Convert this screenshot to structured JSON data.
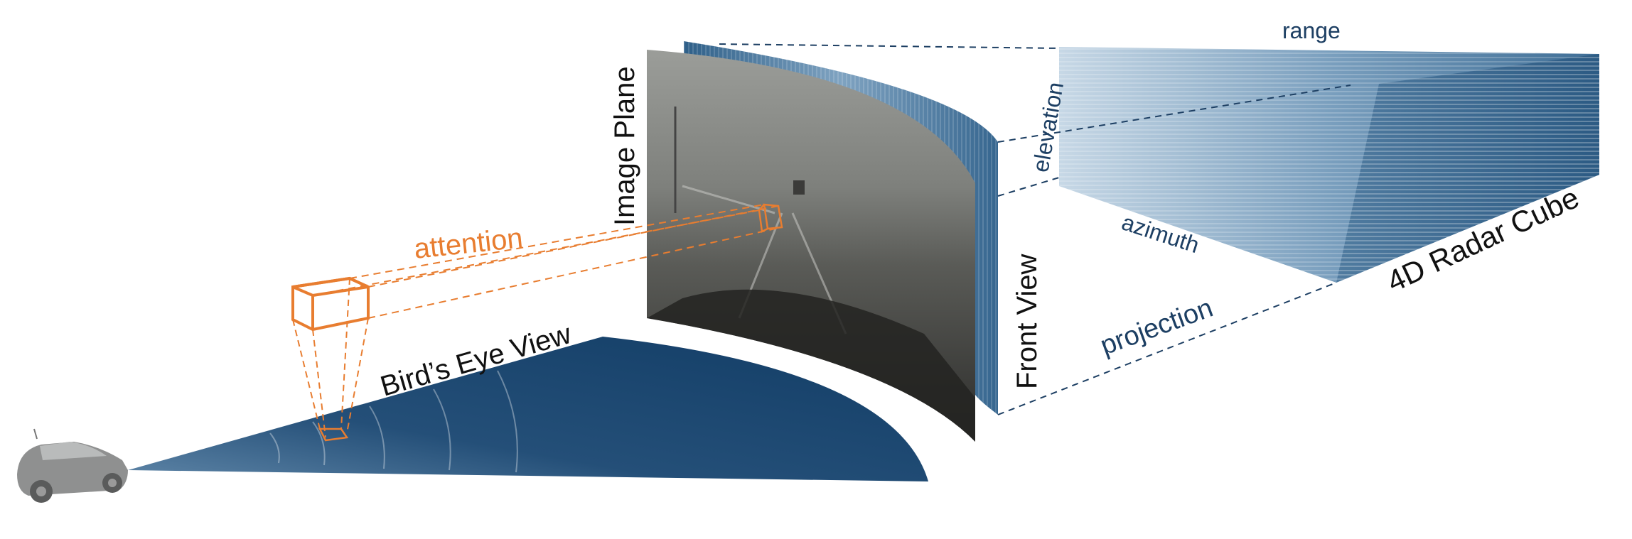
{
  "labels": {
    "attention": "attention",
    "image_plane": "Image Plane",
    "birds_eye_view": "Bird’s Eye View",
    "front_view": "Front View",
    "projection": "projection",
    "range": "range",
    "elevation": "elevation",
    "azimuth": "azimuth",
    "radar_cube": "4D Radar Cube"
  },
  "colors": {
    "attention": "#e87d30",
    "radar_dark": "#1b4a73",
    "radar_mid": "#3d6f99",
    "radar_light": "#c9d9e6",
    "label_blue": "#1d3f63",
    "text_black": "#111111",
    "camera_dark": "#3a3a38",
    "camera_light": "#9a9c98"
  },
  "icons": {
    "car": "car-icon"
  }
}
